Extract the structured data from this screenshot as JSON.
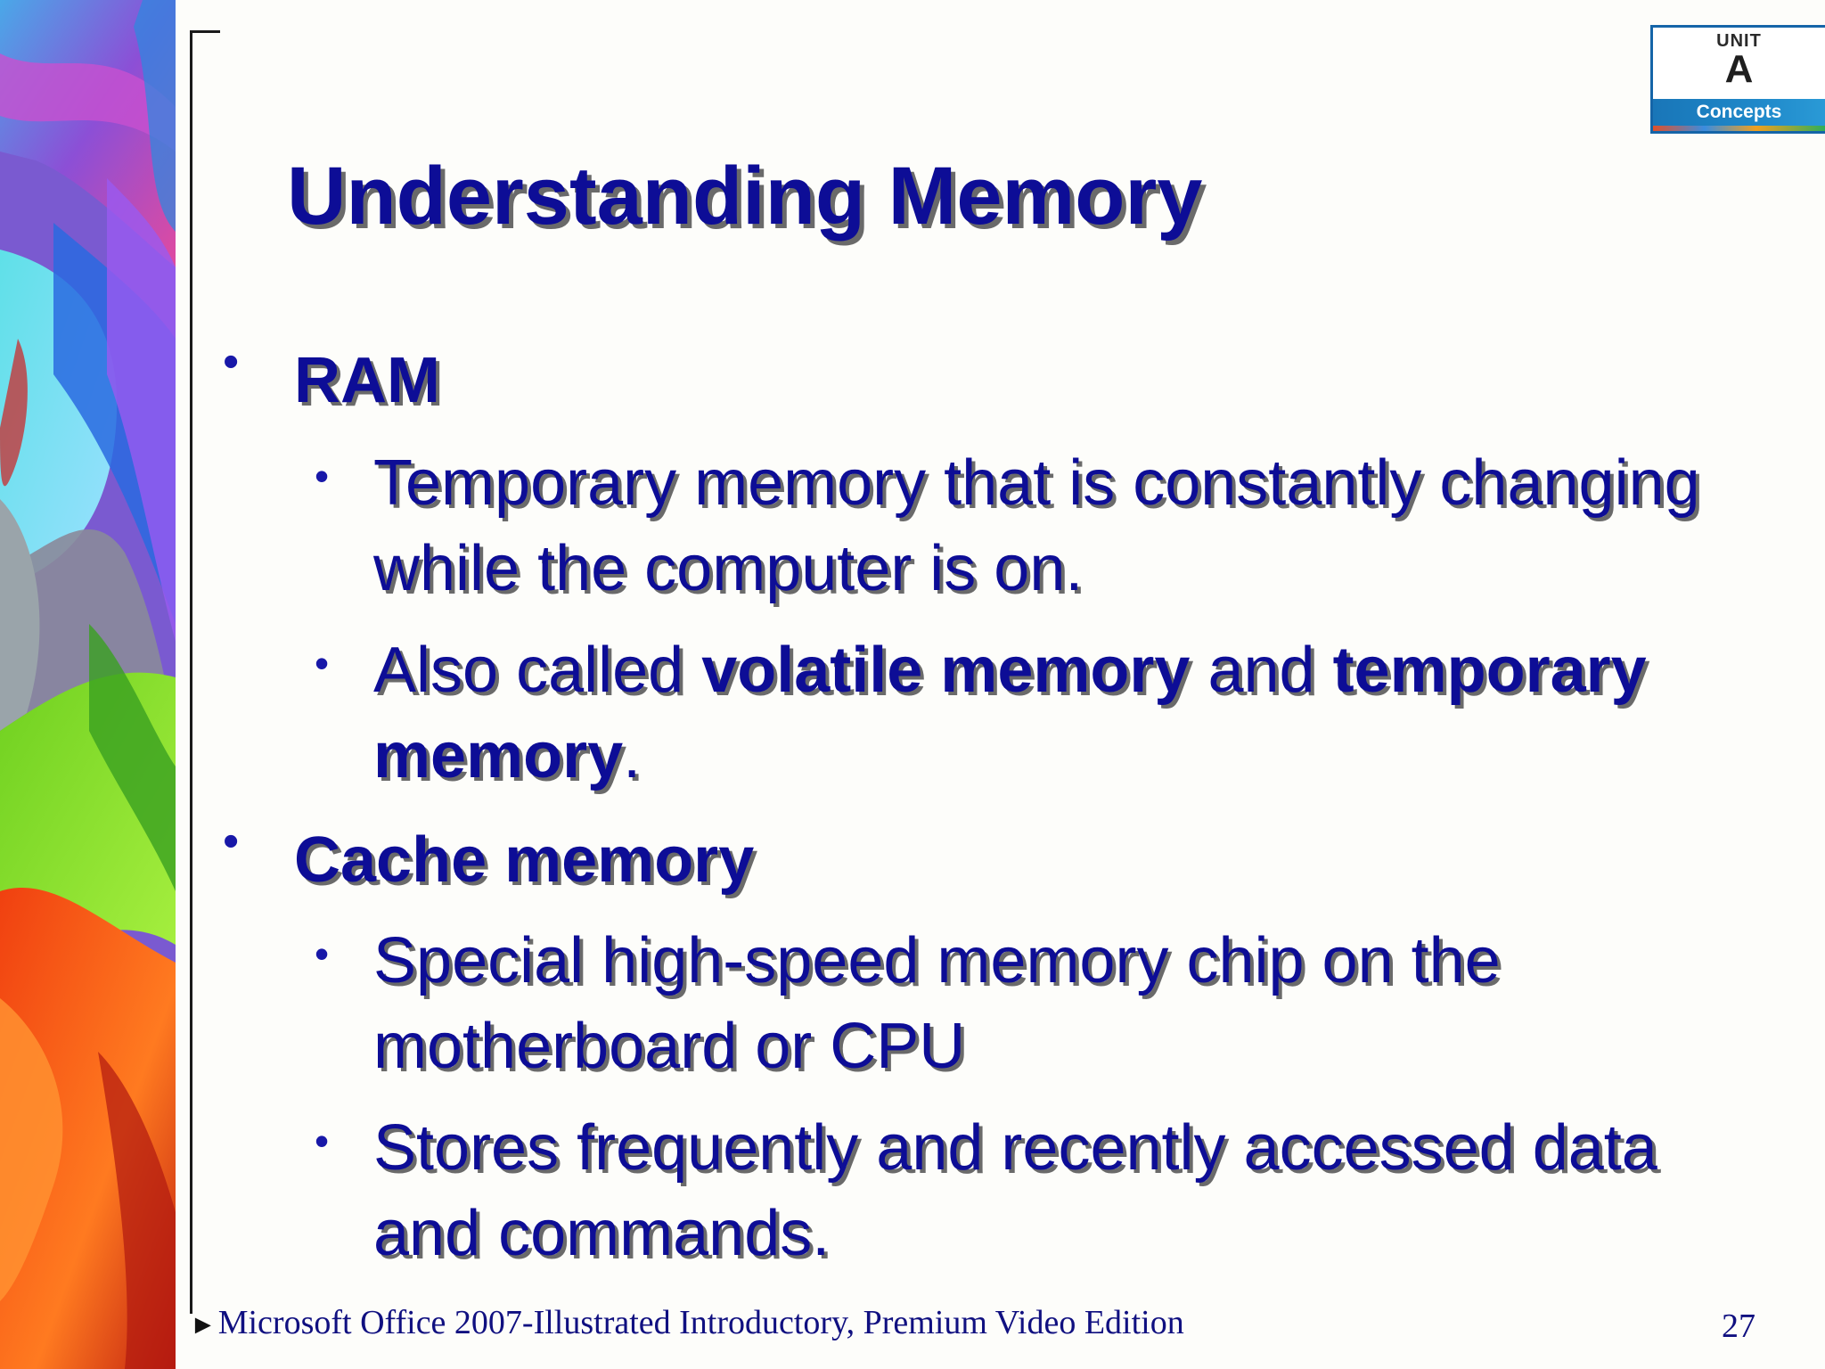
{
  "badge": {
    "unit_word": "UNIT",
    "unit_letter": "A",
    "unit_name": "Concepts",
    "color": "#1976b8"
  },
  "title": "Understanding Memory",
  "bullets": {
    "ram": {
      "heading": "RAM",
      "sub1": "Temporary memory that is constantly changing while the computer is on.",
      "sub2": {
        "prefix": "Also called ",
        "term1": "volatile memory",
        "mid": " and ",
        "term2": "temporary memory",
        "suffix": "."
      }
    },
    "cache": {
      "heading": "Cache memory",
      "sub1": "Special high-speed memory chip on the motherboard or CPU",
      "sub2": "Stores frequently and recently accessed data and commands."
    }
  },
  "footer": {
    "arrow": "►",
    "text": "Microsoft Office 2007-Illustrated Introductory, Premium Video Edition",
    "page_number": "27"
  },
  "colors": {
    "text_blue": "#0d0d96",
    "shadow": "#6a6a6a",
    "background": "#fdfdfa"
  },
  "icons": {
    "bullet": "bullet-dot"
  }
}
